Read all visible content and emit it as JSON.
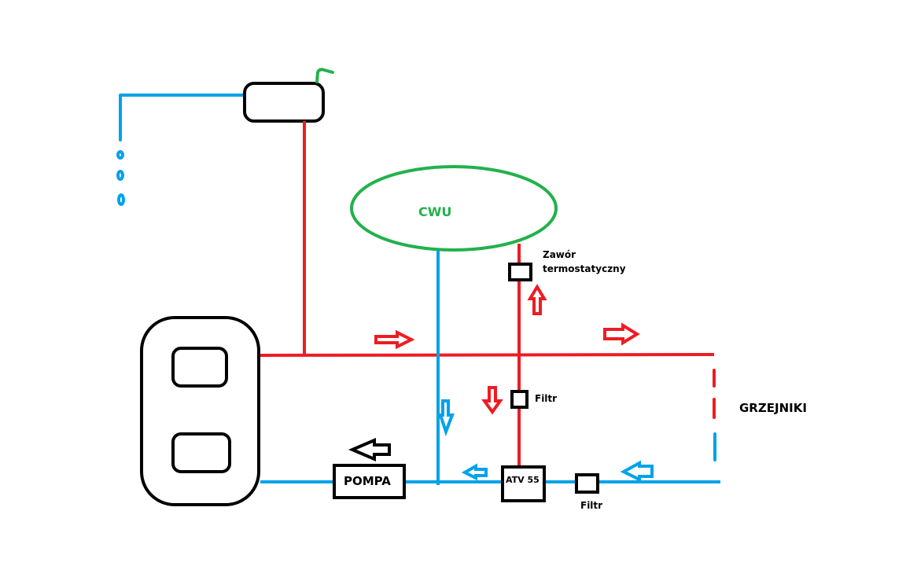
{
  "colors": {
    "hot": "#ed1c24",
    "cold": "#00a2e8",
    "green": "#22b14c",
    "black": "#000000"
  },
  "labels": {
    "cwu": "CWU",
    "valve_line1": "Zawór",
    "valve_line2": "termostatyczny",
    "filter_hot": "Filtr",
    "filter_cold": "Filtr",
    "grzejniki": "GRZEJNIKI",
    "pump": "POMPA",
    "atv": "ATV 55"
  },
  "icons": {
    "boiler": "boiler-icon",
    "heat-exchanger": "heat-exchanger-icon",
    "shower": "shower-drops-icon",
    "flow-arrow": "arrow-icon"
  }
}
